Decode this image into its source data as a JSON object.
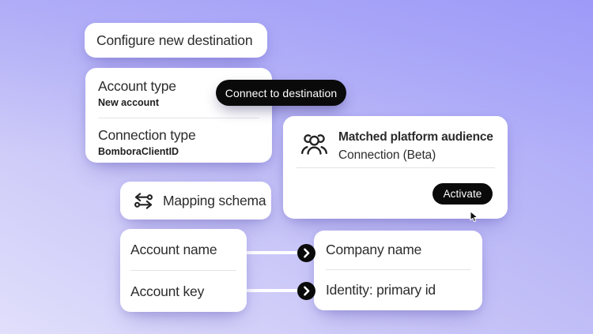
{
  "colors": {
    "background_top_right": "#a3a1f8",
    "background_mid": "#c2bff7",
    "background_bottom_left": "#e1dffb",
    "card_background": "#ffffff",
    "text": "#2c2c2c",
    "divider": "#e4e3e8",
    "pill_background": "#0a0a0a",
    "pill_text": "#ffffff",
    "connector_line": "#ffffff"
  },
  "icons": {
    "audience": "audience-icon",
    "mapping": "mapping-arrows-icon",
    "chevron": "chevron-right-icon",
    "cursor": "cursor-pointer-icon"
  },
  "configure_card": {
    "title": "Configure new destination"
  },
  "account_card": {
    "sections": [
      {
        "label": "Account type",
        "value": "New account"
      },
      {
        "label": "Connection type",
        "value": "BomboraClientID"
      }
    ]
  },
  "connect_pill": {
    "label": "Connect to destination"
  },
  "destination_card": {
    "title": "Matched platform audience",
    "subtitle": "Connection (Beta)",
    "activate_label": "Activate"
  },
  "mapping_card": {
    "title": "Mapping schema"
  },
  "source_card": {
    "rows": [
      "Account name",
      "Account key"
    ]
  },
  "target_card": {
    "rows": [
      "Company name",
      "Identity: primary id"
    ]
  }
}
